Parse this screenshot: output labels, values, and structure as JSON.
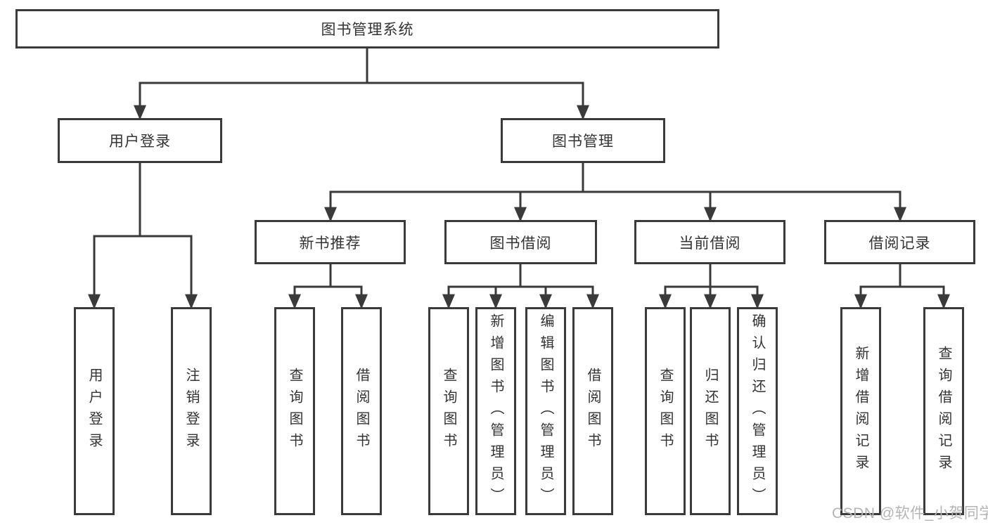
{
  "diagram": {
    "type": "hierarchy-flowchart",
    "root": {
      "label": "图书管理系统"
    },
    "branches": [
      {
        "label": "用户登录",
        "children": [
          {
            "label": "用户登录"
          },
          {
            "label": "注销登录"
          }
        ]
      },
      {
        "label": "图书管理",
        "groups": [
          {
            "label": "新书推荐",
            "children": [
              {
                "label": "查询图书"
              },
              {
                "label": "借阅图书"
              }
            ]
          },
          {
            "label": "图书借阅",
            "children": [
              {
                "label": "查询图书"
              },
              {
                "label": "新增图书（管理员）"
              },
              {
                "label": "编辑图书（管理员）"
              },
              {
                "label": "借阅图书"
              }
            ]
          },
          {
            "label": "当前借阅",
            "children": [
              {
                "label": "查询图书"
              },
              {
                "label": "归还图书"
              },
              {
                "label": "确认归还（管理员）"
              }
            ]
          },
          {
            "label": "借阅记录",
            "children": [
              {
                "label": "新增借阅记录"
              },
              {
                "label": "查询借阅记录"
              }
            ]
          }
        ]
      }
    ]
  },
  "watermark": {
    "text": "CSDN @软件_小贺同学"
  },
  "colors": {
    "line": "#3a3a3a",
    "text": "#333333",
    "watermark": "#b4b4b4",
    "bg": "#ffffff"
  }
}
